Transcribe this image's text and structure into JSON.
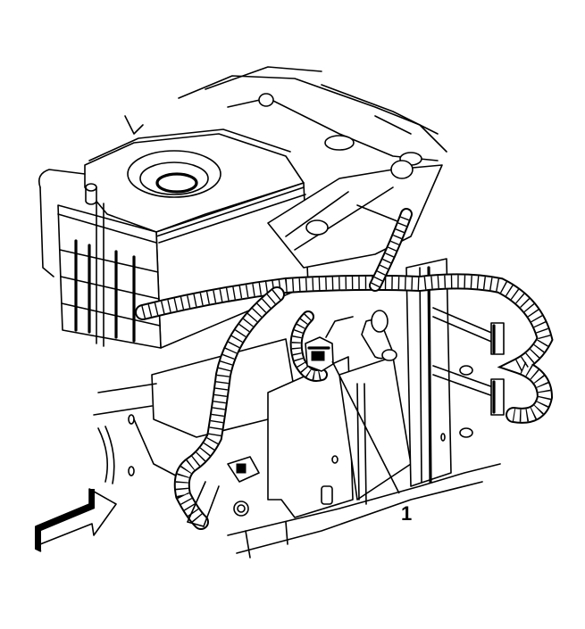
{
  "diagram": {
    "type": "automotive-service-illustration",
    "style": "black line art on white",
    "colors": {
      "line": "#000000",
      "background": "#ffffff"
    },
    "components": [
      "battery",
      "battery-tray-bracket",
      "wiring-harness",
      "electrical-connector",
      "mounting-bracket",
      "harness-clips",
      "direction-arrow"
    ],
    "callouts": [
      {
        "label": "1",
        "target": "electrical-connector"
      }
    ],
    "arrow": {
      "direction": "up-right",
      "meaning": "view direction"
    }
  }
}
